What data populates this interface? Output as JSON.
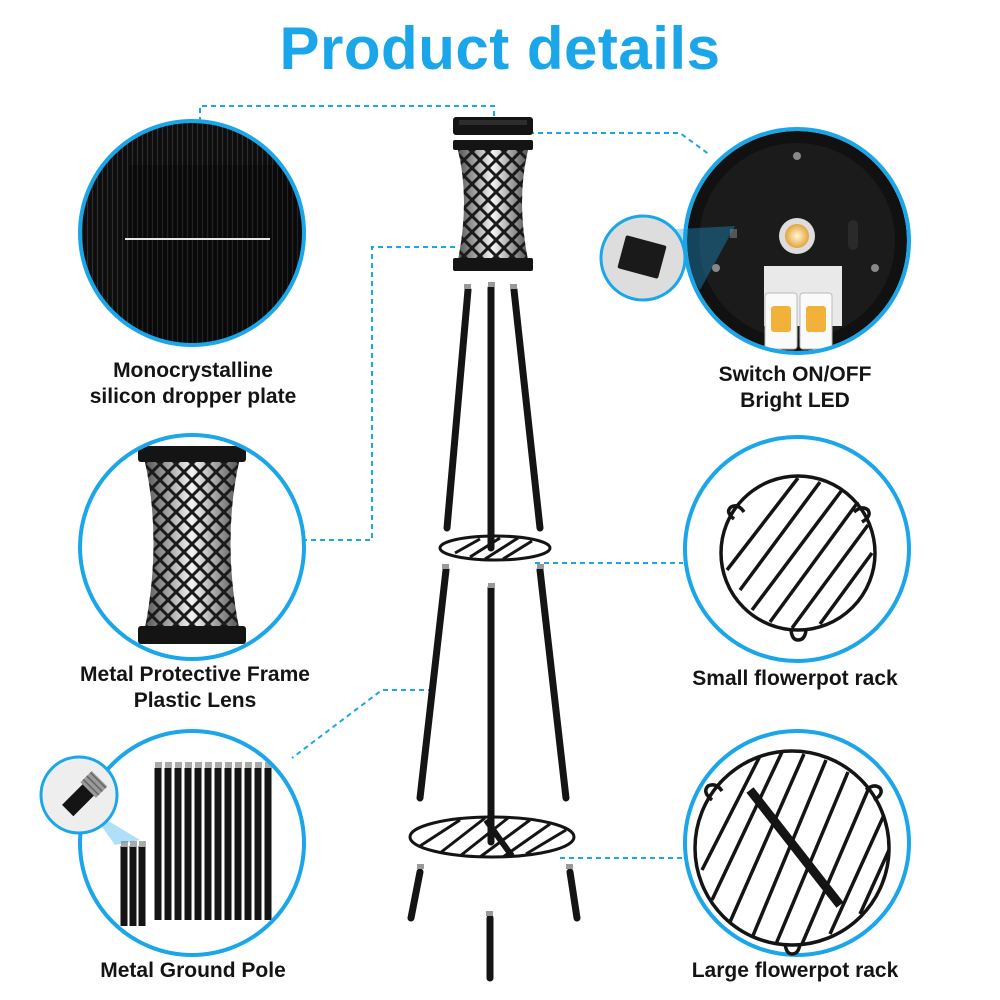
{
  "page": {
    "title": "Product details"
  },
  "features": [
    {
      "id": "solar-panel",
      "lines": [
        "Monocrystalline",
        "silicon dropper plate"
      ]
    },
    {
      "id": "switch-led",
      "lines": [
        "Switch ON/OFF",
        "Bright LED"
      ]
    },
    {
      "id": "lantern",
      "lines": [
        "Metal Protective Frame",
        "Plastic Lens"
      ]
    },
    {
      "id": "small-rack",
      "lines": [
        "Small flowerpot rack"
      ]
    },
    {
      "id": "ground-pole",
      "lines": [
        "Metal Ground Pole"
      ]
    },
    {
      "id": "large-rack",
      "lines": [
        "Large flowerpot rack"
      ]
    }
  ],
  "colors": {
    "accent": "#1aa6e8",
    "circle_stroke": "#1aa6e8",
    "metal": "#141414",
    "text": "#141414"
  },
  "icons": {
    "switch_inset": "switch-button-icon",
    "led": "led-chip-icon",
    "pole_joint": "threaded-connector-icon"
  }
}
